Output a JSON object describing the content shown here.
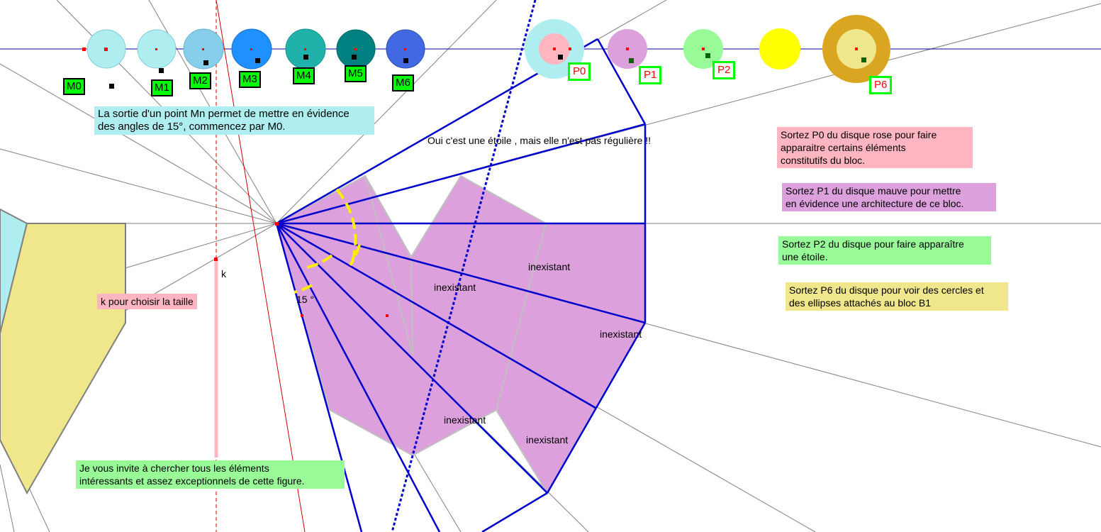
{
  "m_points": [
    {
      "label": "M0"
    },
    {
      "label": "M1"
    },
    {
      "label": "M2"
    },
    {
      "label": "M3"
    },
    {
      "label": "M4"
    },
    {
      "label": "M5"
    },
    {
      "label": "M6"
    }
  ],
  "p_points": [
    {
      "label": "P0"
    },
    {
      "label": "P1"
    },
    {
      "label": "P2"
    },
    {
      "label": "P6"
    }
  ],
  "notes": {
    "intro_line1": "La sortie d'un  point Mn permet de mettre en évidence",
    "intro_line2": "des angles de 15°, commencez par M0.",
    "star_comment": "Oui c'est une étoile , mais elle n'est pas régulière !!",
    "p0_line1": "Sortez P0 du disque rose pour faire",
    "p0_line2": "apparaitre certains éléments",
    "p0_line3": "constitutifs du bloc.",
    "p1_line1": "Sortez P1 du disque mauve pour mettre",
    "p1_line2": "en évidence une architecture de ce bloc.",
    "p2_line1": "Sortez P2 du disque pour faire apparaître",
    "p2_line2": "une étoile.",
    "p6_line1": "Sortez P6 du disque pour voir des cercles et",
    "p6_line2": "des ellipses attachés au bloc B1",
    "size_note": "k pour choisir la taille",
    "invite_line1": "Je vous invite à chercher tous les éléments",
    "invite_line2": "intéressants et assez exceptionnels de cette figure."
  },
  "labels": {
    "k": "k",
    "angle": "15 °",
    "inexistant": "inexistant"
  },
  "colors": {
    "mauve": "#dca0dc",
    "yellow_block": "#f0e68c",
    "cyan_block": "#aeeef0",
    "star_blue": "#0000cd",
    "green_box": "#00ff00",
    "note_cyan": "#aeeef0",
    "note_pink": "#ffb6c1",
    "note_mauve": "#dca0dc",
    "note_green": "#98fb98",
    "note_yellow": "#f0e68c"
  }
}
